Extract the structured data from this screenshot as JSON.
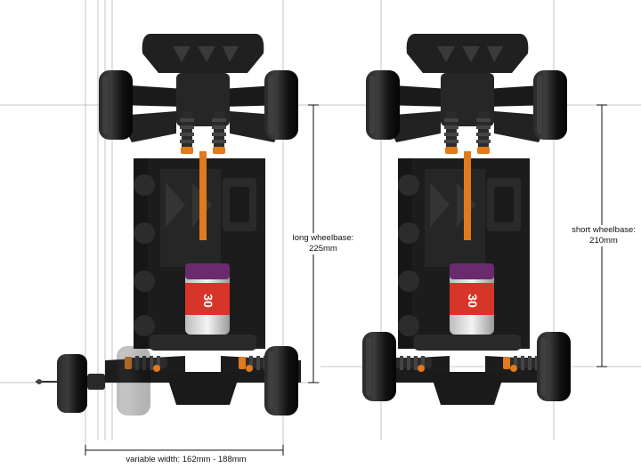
{
  "annotations": {
    "long_wheelbase": {
      "line1": "long wheelbase:",
      "line2": "225mm"
    },
    "short_wheelbase": {
      "line1": "short wheelbase:",
      "line2": "210mm"
    },
    "variable_width": "variable width: 162mm - 188mm"
  },
  "colors": {
    "chassis": "#1c1c1c",
    "tire": "#141414",
    "accent_orange": "#e07a1a",
    "motor_red": "#d8352a",
    "motor_purple": "#6a2a6e",
    "guide_line": "#b5b5b5"
  }
}
